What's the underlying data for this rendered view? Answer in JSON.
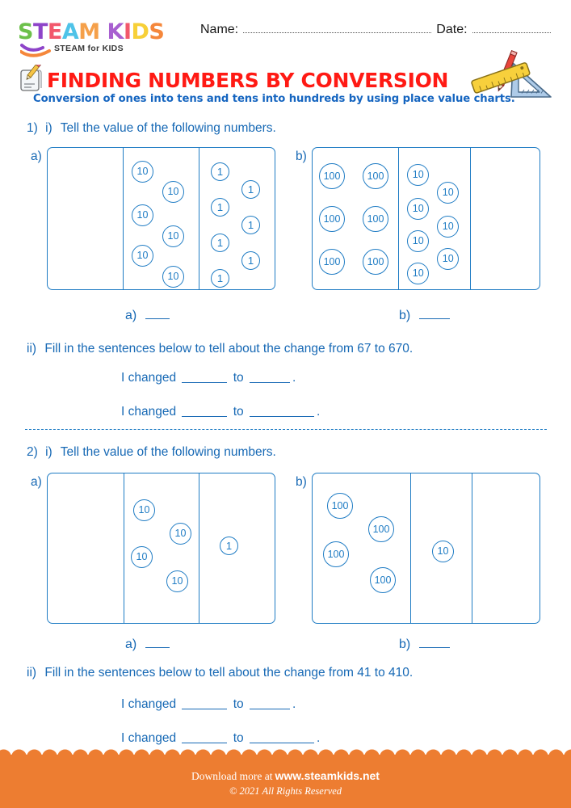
{
  "brand": {
    "logo_letters": [
      {
        "ch": "S",
        "color": "#6cc04a"
      },
      {
        "ch": "T",
        "color": "#8e44c9"
      },
      {
        "ch": "E",
        "color": "#f2586b"
      },
      {
        "ch": "A",
        "color": "#4fc3e8"
      },
      {
        "ch": "M",
        "color": "#f5a04a"
      },
      {
        "ch": " ",
        "color": "#ffffff"
      },
      {
        "ch": "K",
        "color": "#a85fd0"
      },
      {
        "ch": "I",
        "color": "#f2586b"
      },
      {
        "ch": "D",
        "color": "#f7d038"
      },
      {
        "ch": "S",
        "color": "#f5873b"
      }
    ],
    "logo_text": "STEAM KIDS",
    "logo_tagline": "STEAM for KIDS",
    "swoosh_colors": [
      "#8e44c9",
      "#f5873b"
    ]
  },
  "header": {
    "name_label": "Name:",
    "date_label": "Date:"
  },
  "title": {
    "text": "FINDING NUMBERS BY CONVERSION",
    "color": "#ff1a14",
    "icon": "notepad-pencil-icon"
  },
  "subtitle": {
    "text": "Conversion of ones into tens and tens into hundreds by using place value charts.",
    "color": "#1565c0"
  },
  "tools_icon": "ruler-pencil-setsquare-icon",
  "accent_color": "#1f7cc4",
  "questions": [
    {
      "number": "1)",
      "roman": "i)",
      "prompt": "Tell the value of the following numbers.",
      "charts": [
        {
          "label": "a)",
          "columns": [
            {
              "place": "hundreds",
              "chip_label": "100",
              "count": 0
            },
            {
              "place": "tens",
              "chip_label": "10",
              "count": 6
            },
            {
              "place": "ones",
              "chip_label": "1",
              "count": 7
            }
          ],
          "value": 67
        },
        {
          "label": "b)",
          "columns": [
            {
              "place": "hundreds",
              "chip_label": "100",
              "count": 6
            },
            {
              "place": "tens",
              "chip_label": "10",
              "count": 7
            },
            {
              "place": "ones",
              "chip_label": "1",
              "count": 0
            }
          ],
          "value": 670
        }
      ],
      "answers": [
        {
          "label": "a)"
        },
        {
          "label": "b)"
        }
      ],
      "sub_roman": "ii)",
      "sub_prompt": "Fill in the sentences below to tell about the change from 67 to 670.",
      "sentences": [
        {
          "lead": "I changed",
          "mid": "to",
          "end": "."
        },
        {
          "lead": "I changed",
          "mid": "to",
          "end": "."
        }
      ]
    },
    {
      "number": "2)",
      "roman": "i)",
      "prompt": "Tell the value of the following numbers.",
      "charts": [
        {
          "label": "a)",
          "columns": [
            {
              "place": "hundreds",
              "chip_label": "100",
              "count": 0
            },
            {
              "place": "tens",
              "chip_label": "10",
              "count": 4
            },
            {
              "place": "ones",
              "chip_label": "1",
              "count": 1
            }
          ],
          "value": 41
        },
        {
          "label": "b)",
          "columns": [
            {
              "place": "hundreds",
              "chip_label": "100",
              "count": 4
            },
            {
              "place": "tens",
              "chip_label": "10",
              "count": 1
            },
            {
              "place": "ones",
              "chip_label": "1",
              "count": 0
            }
          ],
          "value": 410
        }
      ],
      "answers": [
        {
          "label": "a)"
        },
        {
          "label": "b)"
        }
      ],
      "sub_roman": "ii)",
      "sub_prompt": "Fill in the sentences below to tell about the change from 41 to 410.",
      "sentences": [
        {
          "lead": "I changed",
          "mid": "to",
          "end": "."
        },
        {
          "lead": "I changed",
          "mid": "to",
          "end": "."
        }
      ]
    }
  ],
  "footer": {
    "download_text": "Download more at",
    "site": "www.steamkids.net",
    "copyright": "© 2021 All Rights Reserved",
    "bg_color": "#ed7d31"
  }
}
